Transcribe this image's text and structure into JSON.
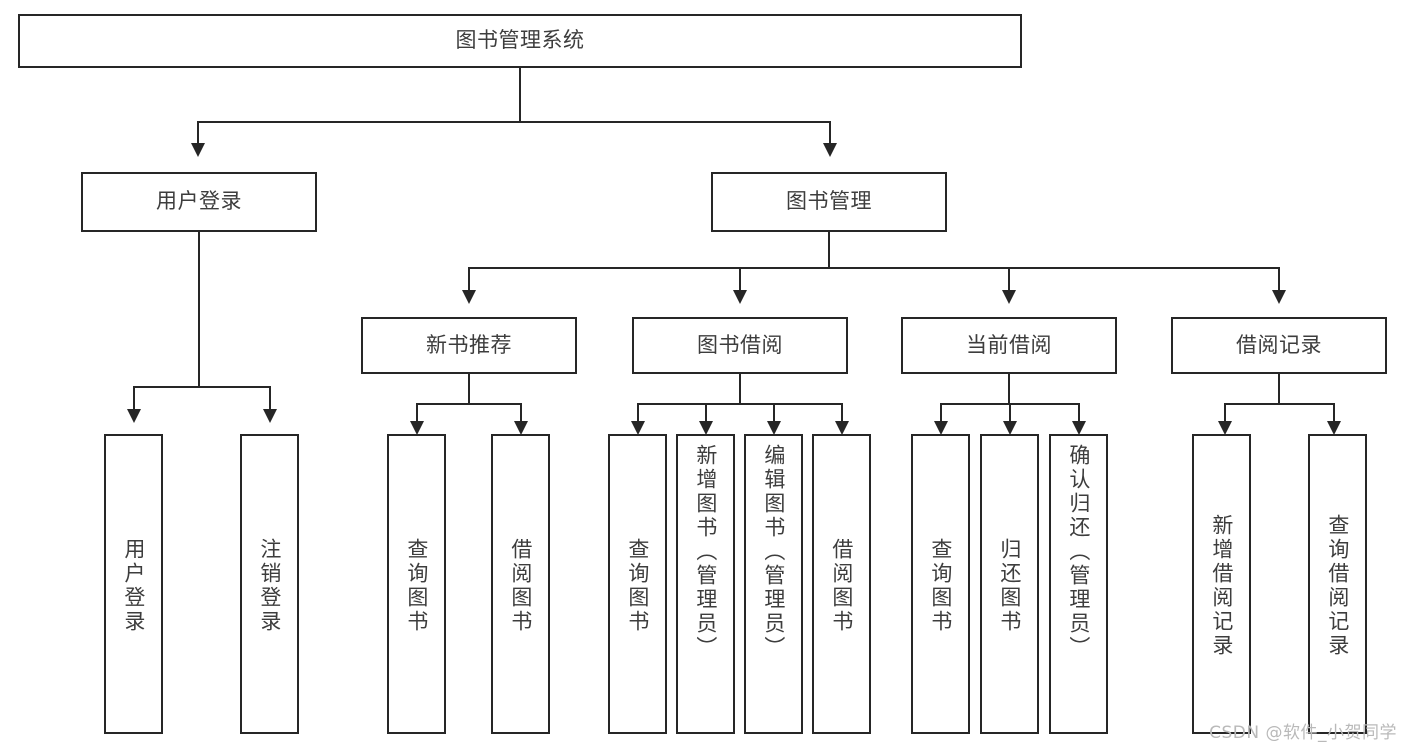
{
  "diagram": {
    "title": "图书管理系统",
    "watermark": "CSDN @软件_小贺同学",
    "accent_color": "#262626",
    "text_color": "#3d3d3d",
    "background_color": "#ffffff",
    "root": {
      "label": "图书管理系统"
    },
    "level2": [
      {
        "label": "用户登录"
      },
      {
        "label": "图书管理"
      }
    ],
    "level3": [
      {
        "label": "新书推荐"
      },
      {
        "label": "图书借阅"
      },
      {
        "label": "当前借阅"
      },
      {
        "label": "借阅记录"
      }
    ],
    "leaves": {
      "user_login": [
        {
          "label": "用户登录"
        },
        {
          "label": "注销登录"
        }
      ],
      "new_book_recommend": [
        {
          "label": "查询图书"
        },
        {
          "label": "借阅图书"
        }
      ],
      "book_borrow": [
        {
          "label": "查询图书"
        },
        {
          "label": "新增图书（管理员）"
        },
        {
          "label": "编辑图书（管理员）"
        },
        {
          "label": "借阅图书"
        }
      ],
      "current_borrow": [
        {
          "label": "查询图书"
        },
        {
          "label": "归还图书"
        },
        {
          "label": "确认归还（管理员）"
        }
      ],
      "borrow_record": [
        {
          "label": "新增借阅记录"
        },
        {
          "label": "查询借阅记录"
        }
      ]
    }
  }
}
